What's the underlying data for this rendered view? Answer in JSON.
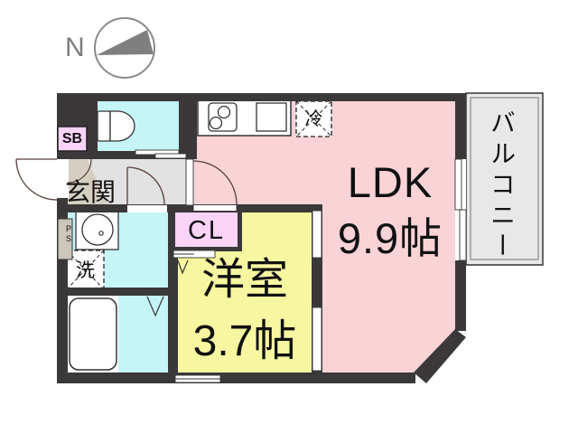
{
  "compass": {
    "north_label": "N"
  },
  "labels": {
    "ldk_name": "LDK",
    "ldk_size": "9.9帖",
    "western_name": "洋室",
    "western_size": "3.7帖",
    "closet": "CL",
    "shoe_box": "SB",
    "pipe_space": "PS",
    "entrance": "玄関",
    "washer": "洗",
    "refrigerator": "冷",
    "balcony": "バルコニー"
  },
  "colors": {
    "ldk": "#F9D3D6",
    "western_room": "#F8F7A1",
    "sanitary": "#C6F5F7",
    "hallway": "#E2E2E2",
    "entrance": "#D5CFC1",
    "closet": "#F9D3F8",
    "shoe_box": "#F9D3F8",
    "pipe_space": "#CBC5BA",
    "balcony": "#E8E8E8",
    "wall": "#3A3838"
  }
}
